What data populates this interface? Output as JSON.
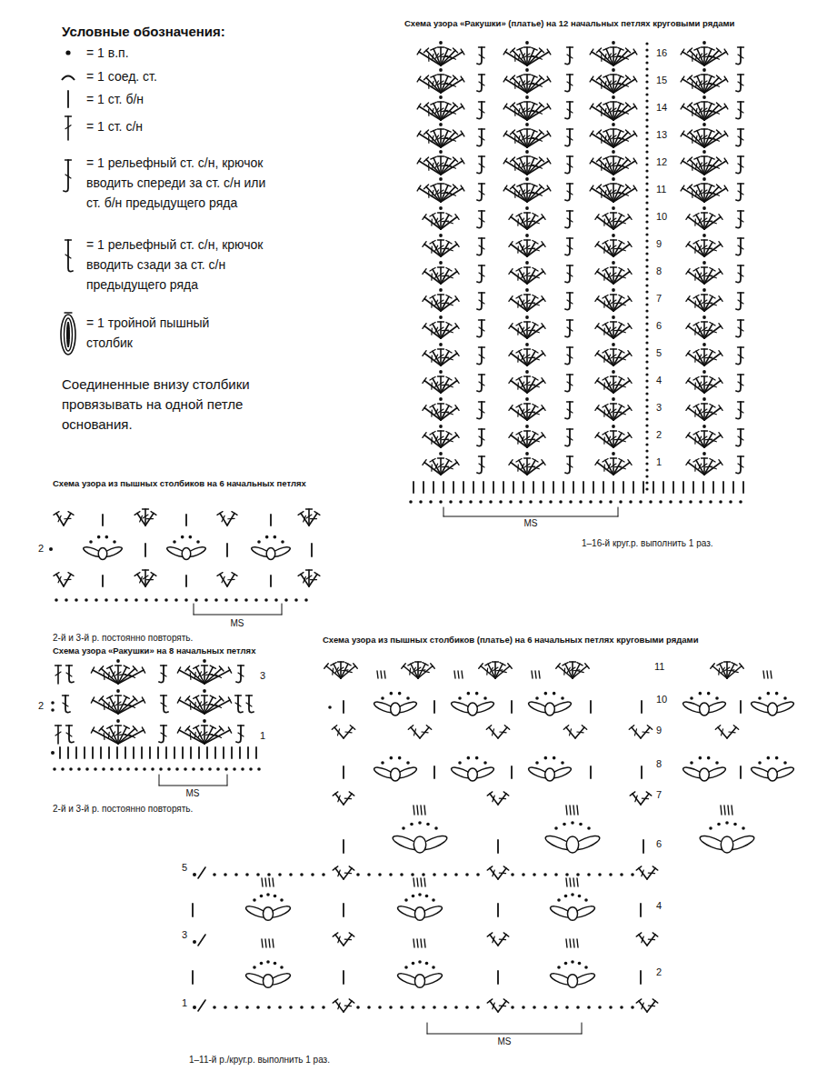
{
  "diagram": {
    "labels": [
      "Условные обозначения:",
      "Соединенные внизу столбики провязывать на одной петле основания.",
      "Схема узора «Ракушки» (платье) на 12 начальных петлях круговыми рядами",
      "16",
      "15",
      "14",
      "13",
      "12",
      "11",
      "10",
      "9",
      "8",
      "7",
      "6",
      "5",
      "4",
      "3",
      "2",
      "1",
      "MS",
      "1–16-й круг.р. выполнить 1 раз.",
      "Схема узора из пышных столбиков на 6 начальных петлях",
      "2",
      "MS",
      "2-й и 3-й р. постоянно повторять.",
      "Схема узора «Ракушки» на 8 начальных петлях",
      "3",
      "2",
      "1",
      "MS",
      "2-й и 3-й р. постоянно повторять.",
      "Схема узора из пышных столбиков (платье) на 6 начальных петлях круговыми рядами",
      "11",
      "10",
      "9",
      "8",
      "7",
      "6",
      "5",
      "4",
      "3",
      "2",
      "1",
      "MS",
      "1–11-й р./круг.р. выполнить 1 раз."
    ],
    "legend": [
      {
        "text": "= 1 в.п."
      },
      {
        "text": "= 1 соед. ст."
      },
      {
        "text": "= 1 ст. б/н"
      },
      {
        "text": "= 1 ст. с/н"
      },
      {
        "text": "= 1 рельефный ст. с/н, крючок вводить спереди за ст. с/н или ст. б/н предыдущего ряда"
      },
      {
        "text": "= 1 рельефный ст. с/н, крючок вводить сзади за ст. с/н предыдущего ряда"
      },
      {
        "text": "= 1 тройной пышный столбик"
      }
    ]
  }
}
